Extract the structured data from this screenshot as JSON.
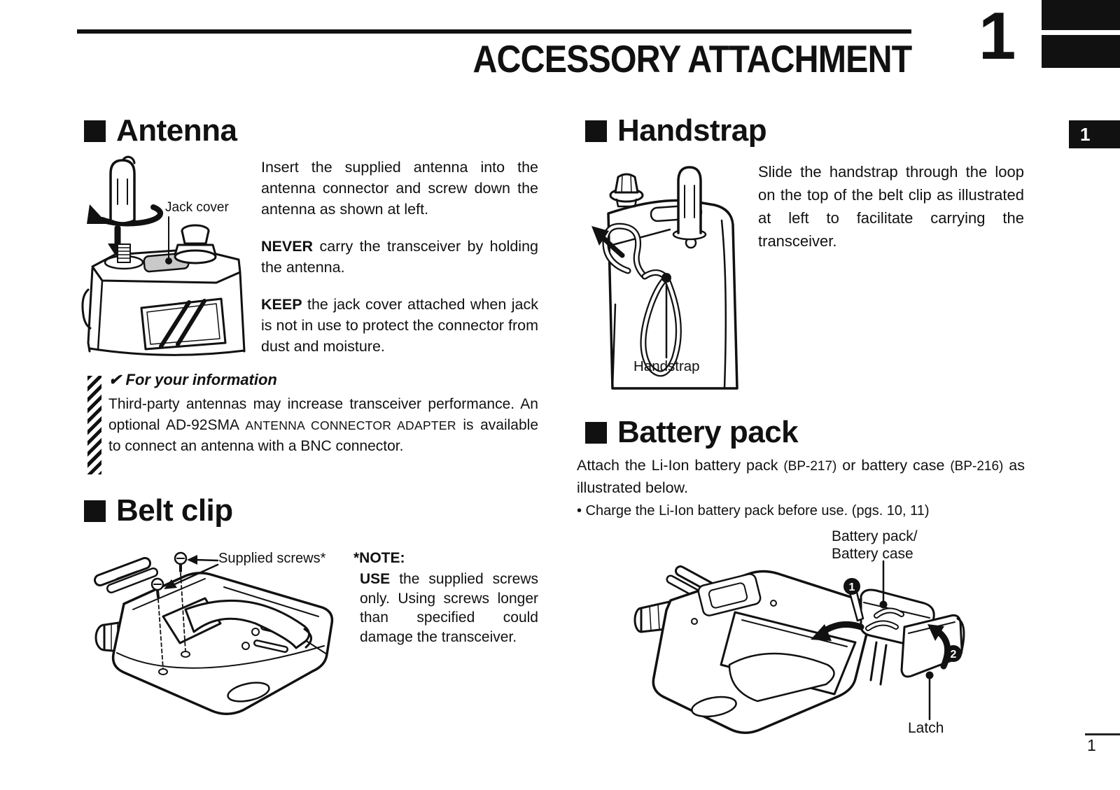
{
  "header": {
    "title": "ACCESSORY ATTACHMENT",
    "chapter_number": "1",
    "tab_number": "1"
  },
  "footer": {
    "page_number": "1"
  },
  "colors": {
    "ink": "#111111",
    "jack_cover_gray": "#c9c9c9"
  },
  "sections": {
    "antenna": {
      "heading": "Antenna",
      "para1": "Insert the supplied antenna into the antenna connector and screw down the antenna as shown at left.",
      "never": "NEVER",
      "never_rest": " carry the transceiver by hold­ing the antenna.",
      "keep": "KEEP",
      "keep_rest": " the jack cover attached when jack is not in use to protect the con­nector from dust and moisture.",
      "labels": {
        "jack_cover": "Jack cover"
      }
    },
    "info": {
      "heading": "✔ For your information",
      "body_lead": "Third-party antennas may increase transceiver perfor­mance. An optional AD-92SMA ",
      "body_smallcaps": "ANTENNA CONNECTOR ADAPTER",
      "body_tail": " is available to connect an antenna with a BNC connector."
    },
    "belt_clip": {
      "heading": "Belt clip",
      "note_title": "*NOTE:",
      "note_use": "USE",
      "note_rest": " the supplied screws only. Using screws lon­ger than specified could damage the transceiver.",
      "labels": {
        "supplied_screws": "Supplied screws*"
      }
    },
    "handstrap": {
      "heading": "Handstrap",
      "para": "Slide the handstrap through the loop on the top of the belt clip as illustrated at left to facilitate carrying the transceiver.",
      "labels": {
        "handstrap": "Handstrap"
      }
    },
    "battery": {
      "heading": "Battery pack",
      "para_1": "Attach the Li-Ion battery pack ",
      "para_model1": "(BP-217)",
      "para_2": " or battery case ",
      "para_model2": "(BP-216)",
      "para_3": " as illustrated below.",
      "bullet": "• Charge the Li-Ion battery pack before use. (pgs. 10, 11)",
      "labels": {
        "pack_case_line1": "Battery pack/",
        "pack_case_line2": "Battery case",
        "latch": "Latch",
        "step1": "1",
        "step2": "2"
      }
    }
  }
}
